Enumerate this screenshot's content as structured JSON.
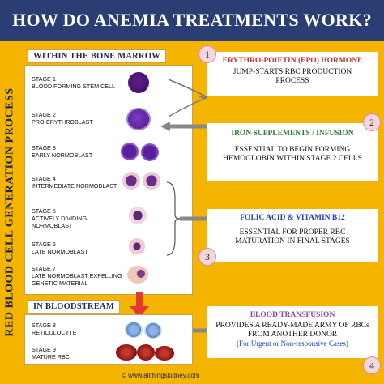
{
  "title": "HOW DO ANEMIA TREATMENTS WORK?",
  "side_label": "RED BLOOD CELL GENERATION PROCESS",
  "sections": {
    "marrow": "WITHIN THE BONE MARROW",
    "blood": "IN BLOODSTREAM"
  },
  "stages": [
    {
      "n": "STAGE 1",
      "name": "BLOOD FORMING STEM CELL"
    },
    {
      "n": "STAGE 2",
      "name": "PRO-ERYTHROBLAST"
    },
    {
      "n": "STAGE 3",
      "name": "EARLY NORMOBLAST"
    },
    {
      "n": "STAGE 4",
      "name": "INTERMEDIATE NORMOBLAST"
    },
    {
      "n": "STAGE 5",
      "name": "ACTIVELY DIVIDING NORMOBLAST"
    },
    {
      "n": "STAGE 6",
      "name": "LATE NORMOBLAST"
    },
    {
      "n": "STAGE 7",
      "name": "LATE NORMOBLAST EXPELLING GENETIC MATERIAL"
    },
    {
      "n": "STAGE 8",
      "name": "RETICULOCYTE"
    },
    {
      "n": "STAGE 9",
      "name": "MATURE RBC"
    }
  ],
  "treatments": [
    {
      "num": "1",
      "head": "ERYTHRO-POIETIN (EPO) HORMONE",
      "body": "JUMP-STARTS RBC PRODUCTION PROCESS",
      "note": "",
      "color": "#c0392b"
    },
    {
      "num": "2",
      "head": "IRON SUPPLEMENTS / INFUSION",
      "body": "ESSENTIAL TO BEGIN FORMING HEMOGLOBIN WITHIN STAGE 2 CELLS",
      "note": "",
      "color": "#2e7d32"
    },
    {
      "num": "3",
      "head": "FOLIC ACID & VITAMIN B12",
      "body": "ESSENTIAL FOR PROPER RBC MATURATION IN FINAL STAGES",
      "note": "",
      "color": "#1f3fbf"
    },
    {
      "num": "4",
      "head": "BLOOD TRANSFUSION",
      "body": "PROVIDES A READY-MADE ARMY OF RBCs FROM ANOTHER DONOR",
      "note": "(For Urgent or Non-responsive Cases)",
      "color": "#8e44ad"
    }
  ],
  "footer": "©   www.allthingskidney.com",
  "colors": {
    "title_bg": "#2b3e73",
    "background": "#f5b400",
    "arrow": "#e53935"
  }
}
